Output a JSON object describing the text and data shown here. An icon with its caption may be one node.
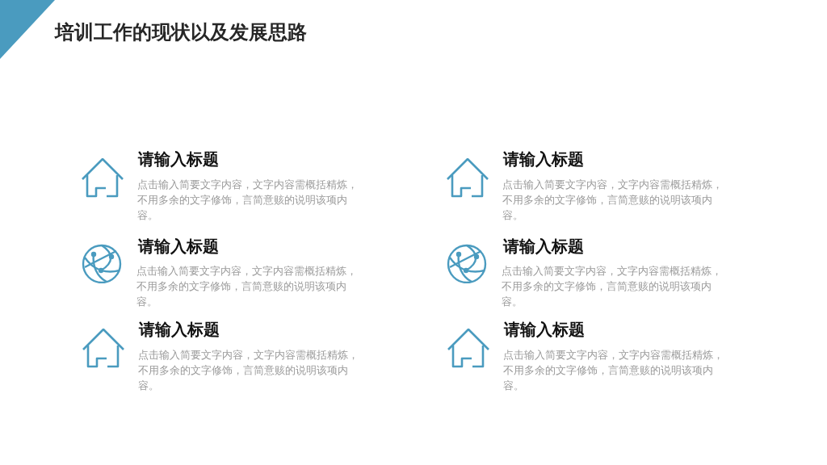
{
  "diagram": {
    "title": "培训工作的现状以及发展思路",
    "labels": [
      "请输入标题",
      "点击输入简要文字内容，文字内容需概括精炼，不用多余的文字修饰，言简意赅的说明该项内容。",
      "请输入标题",
      "点击输入简要文字内容，文字内容需概括精炼，不用多余的文字修饰，言简意赅的说明该项内容。",
      "请输入标题",
      "点击输入简要文字内容，文字内容需概括精炼，不用多余的文字修饰，言简意赅的说明该项内容。",
      "请输入标题",
      "点击输入简要文字内容，文字内容需概括精炼，不用多余的文字修饰，言简意赅的说明该项内容。",
      "请输入标题",
      "点击输入简要文字内容，文字内容需概括精炼，不用多余的文字修饰，言简意赅的说明该项内容。",
      "请输入标题",
      "点击输入简要文字内容，文字内容需概括精炼，不用多余的文字修饰，言简意赅的说明该项内容。"
    ]
  }
}
